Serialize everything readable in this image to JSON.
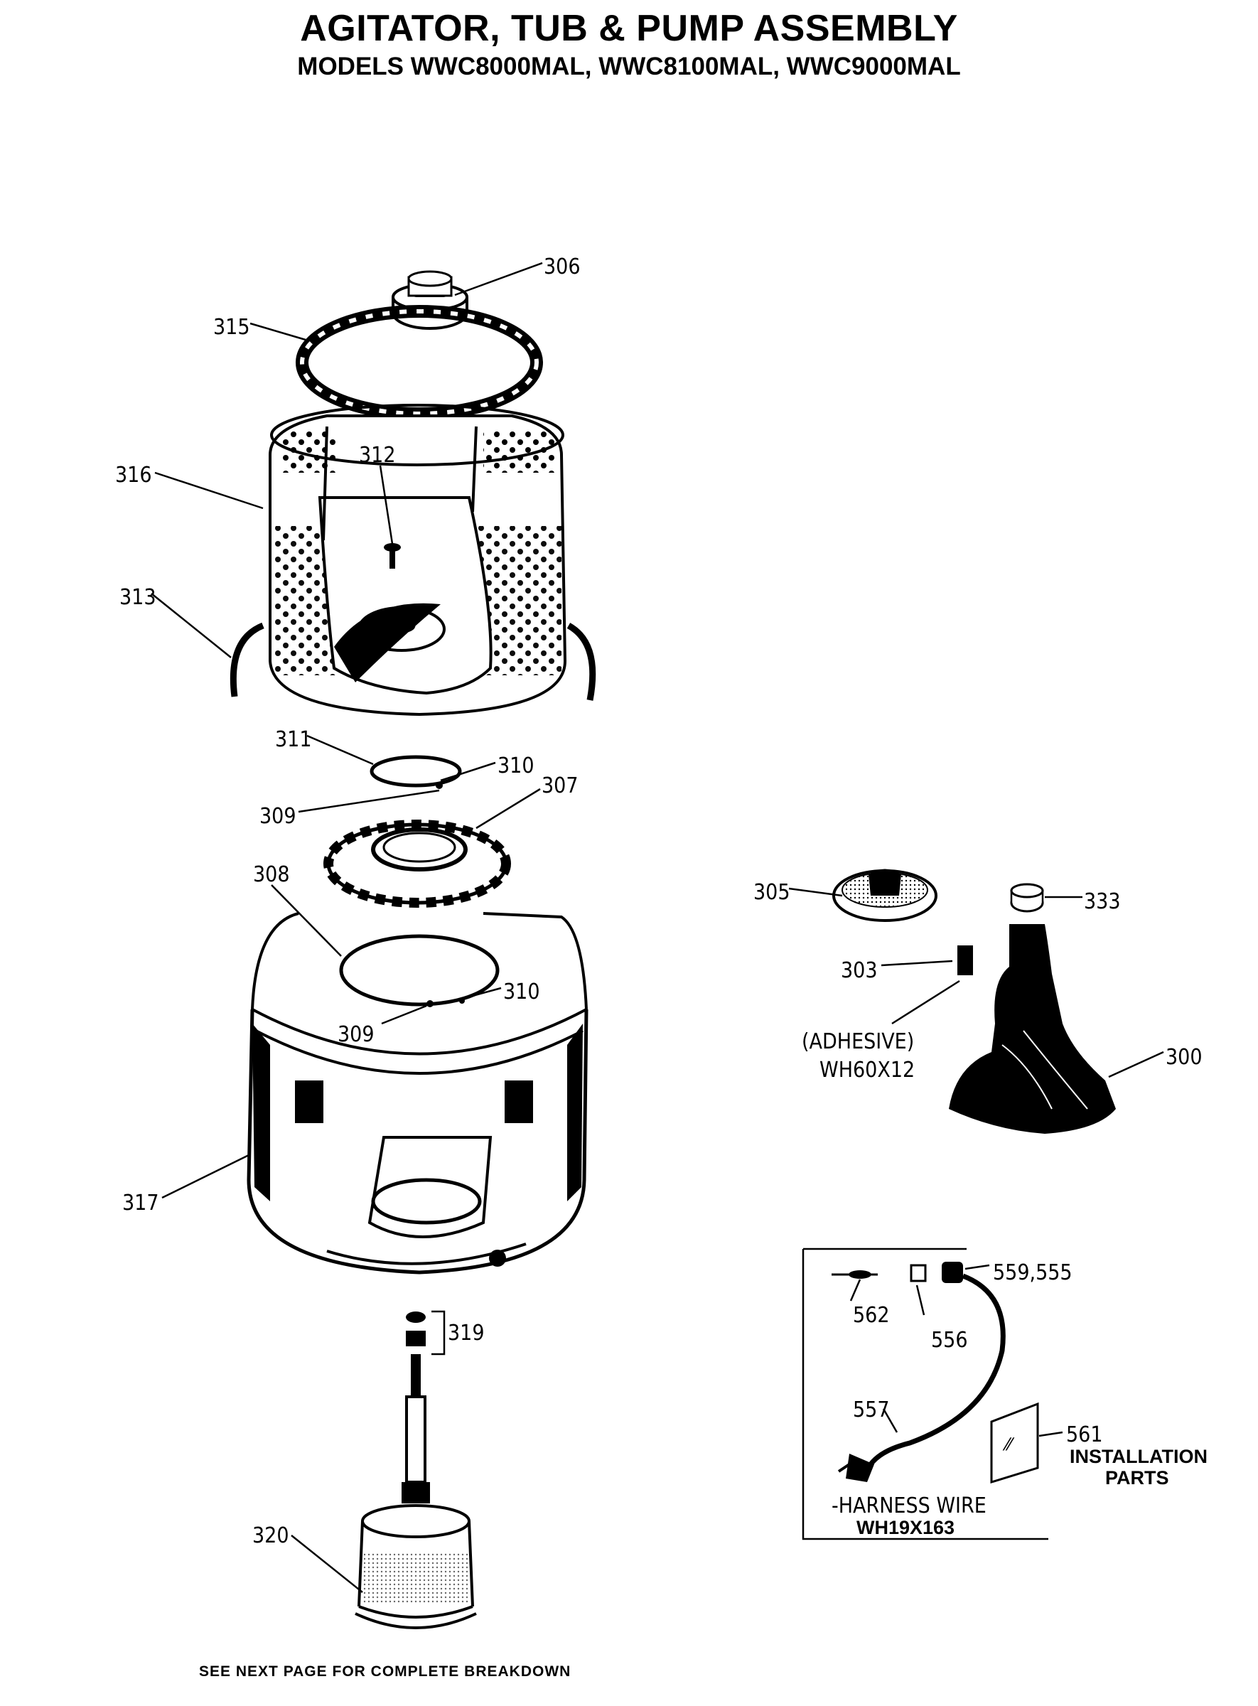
{
  "header": {
    "title": "AGITATOR, TUB & PUMP ASSEMBLY",
    "subtitle": "MODELS WWC8000MAL, WWC8100MAL, WWC9000MAL"
  },
  "footer": {
    "note": "SEE NEXT PAGE FOR COMPLETE BREAKDOWN"
  },
  "callouts": {
    "p306": "306",
    "p315": "315",
    "p316": "316",
    "p312": "312",
    "p313": "313",
    "p311": "311",
    "p310a": "310",
    "p309a": "309",
    "p307": "307",
    "p308": "308",
    "p310b": "310",
    "p309b": "309",
    "p317": "317",
    "p319": "319",
    "p320": "320",
    "p305": "305",
    "p333": "333",
    "p303": "303",
    "p300": "300",
    "adhesive": "(ADHESIVE)",
    "adhesive_part": "WH60X12"
  },
  "harness_kit": {
    "p559": "559,555",
    "p562": "562",
    "p556": "556",
    "p557": "557",
    "p561": "561",
    "installation": "INSTALLATION",
    "parts": "PARTS",
    "harness": "-HARNESS WIRE",
    "harness_part": "WH19X163"
  }
}
